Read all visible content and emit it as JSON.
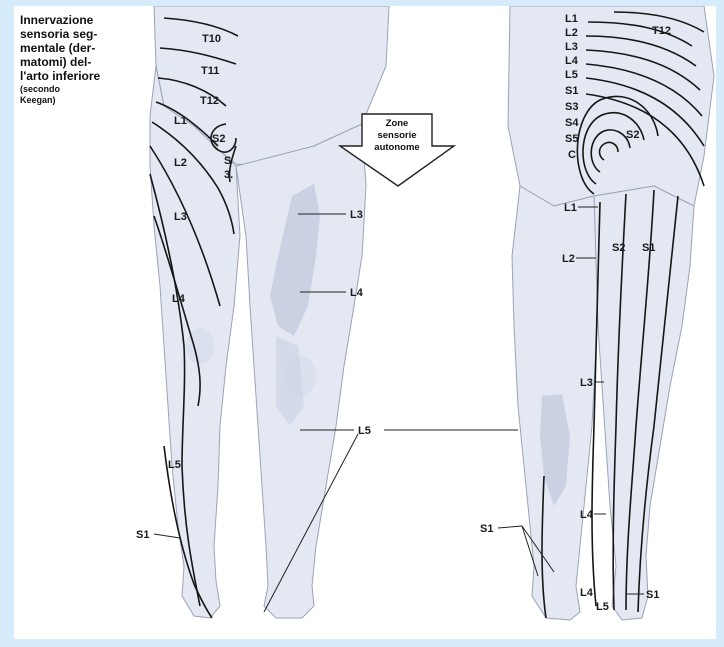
{
  "title": {
    "lines": [
      "Innervazione",
      "sensoria seg-",
      "mentale (der-",
      "matomi) del-",
      "l'arto inferiore"
    ],
    "source_lines": [
      "(secondo",
      "Keegan)"
    ]
  },
  "arrow": {
    "lines": [
      "Zone",
      "sensorie",
      "autonome"
    ]
  },
  "front_labels": {
    "t10": "T10",
    "t11": "T11",
    "t12": "T12",
    "l1": "L1",
    "l2": "L2",
    "l3": "L3",
    "l4": "L4",
    "l5": "L5",
    "s2": "S2",
    "s3a": "S",
    "s3b": "3.",
    "s1": "S1"
  },
  "autonomous_labels": {
    "l3": "L3",
    "l4": "L4",
    "l5": "L5"
  },
  "back_labels": {
    "l1": "L1",
    "l2": "L2",
    "l3": "L3",
    "l4": "L4",
    "l5": "L5",
    "s1": "S1",
    "s3": "S3",
    "s4": "S4",
    "s5": "S5",
    "c": "C",
    "t12": "T12",
    "s2": "S2",
    "thigh_l1": "L1",
    "thigh_l2": "L2",
    "thigh_s2": "S2",
    "thigh_s1": "S1",
    "leg_l3": "L3",
    "leg_l4": "L4",
    "foot_l4": "L4",
    "foot_l5": "L5",
    "foot_s1": "S1",
    "calf_s1": "S1"
  },
  "colors": {
    "background": "#d6ecfb",
    "skin": "#e3e8f3",
    "autonomous_zone": "#c9d1e3",
    "line": "#161616"
  }
}
